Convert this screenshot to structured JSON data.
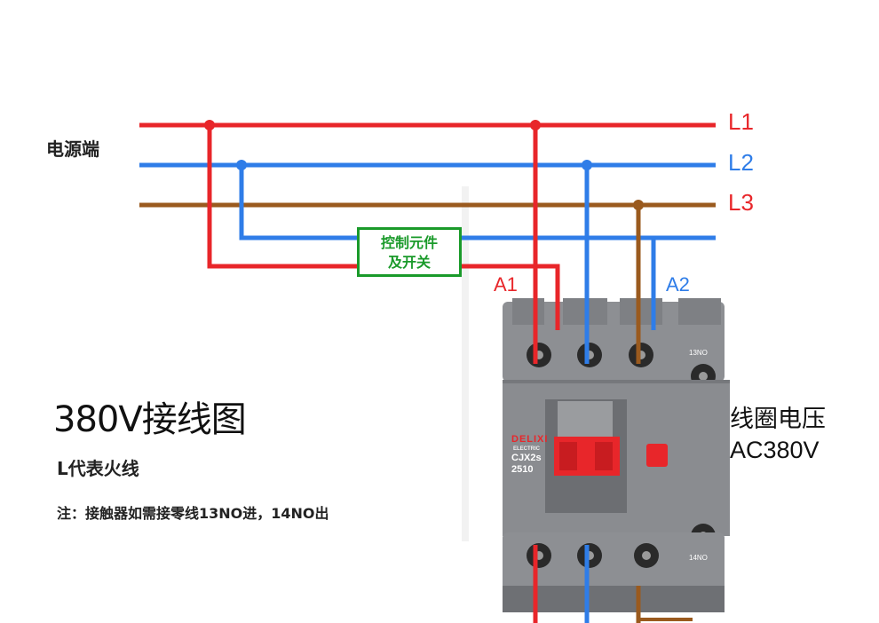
{
  "source_label": "电源端",
  "lines": {
    "l1": "L1",
    "l2": "L2",
    "l3": "L3"
  },
  "control_box": {
    "line1": "控制元件",
    "line2": "及开关"
  },
  "coil_terminals": {
    "a1": "A1",
    "a2": "A2"
  },
  "title": "380V接线图",
  "subtitle": "L代表火线",
  "note": "注：接触器如需接零线13NO进，14NO出",
  "coil_voltage": {
    "line1": "线圈电压",
    "line2": "AC380V"
  },
  "device": {
    "brand": "DELIXI",
    "brand_sub": "ELECTRIC",
    "model": "CJX2s",
    "rating": "2510",
    "aux_terminal_top": "13NO",
    "aux_terminal_bottom": "14NO"
  },
  "colors": {
    "red_wire": "#e8262a",
    "blue_wire": "#2f7de8",
    "brown_wire": "#9a5a1e",
    "control_box": "#1a9a2a",
    "device_body": "#8a8c90"
  }
}
